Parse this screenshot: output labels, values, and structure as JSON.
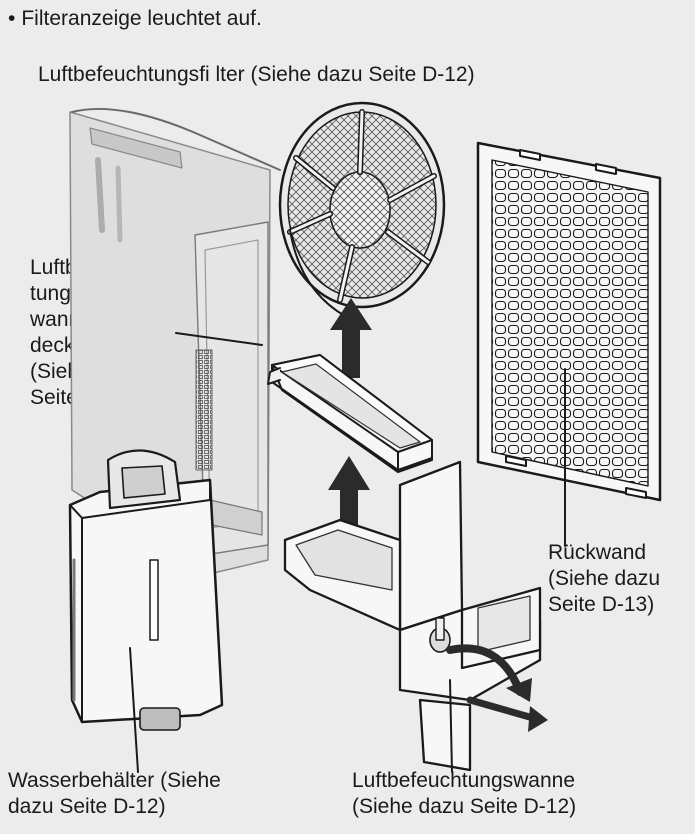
{
  "bullet": "•",
  "note": "Filteranzeige leuchtet auf.",
  "labels": {
    "humidifier_filter": "Luftbefeuchtungsfi lter (Siehe dazu Seite D-12)",
    "tray_cover": [
      "Luftbefeuch-",
      "tungs-",
      "wannenab-",
      "deckung",
      "(Siehe dazu",
      "Seite D-13)"
    ],
    "back_panel": [
      "Rückwand",
      "(Siehe dazu",
      "Seite D-13)"
    ],
    "water_tank": [
      "Wasserbehälter (Siehe",
      "dazu Seite D-12)"
    ],
    "humidifier_tray": [
      "Luftbefeuchtungswanne",
      "(Siehe dazu Seite D-12)"
    ]
  },
  "colors": {
    "background": "#ececec",
    "line_art": "#1a1a1a",
    "part_fill": "#f7f7f7",
    "shade": "#cfcfcf",
    "arrow": "#2b2b2b"
  }
}
